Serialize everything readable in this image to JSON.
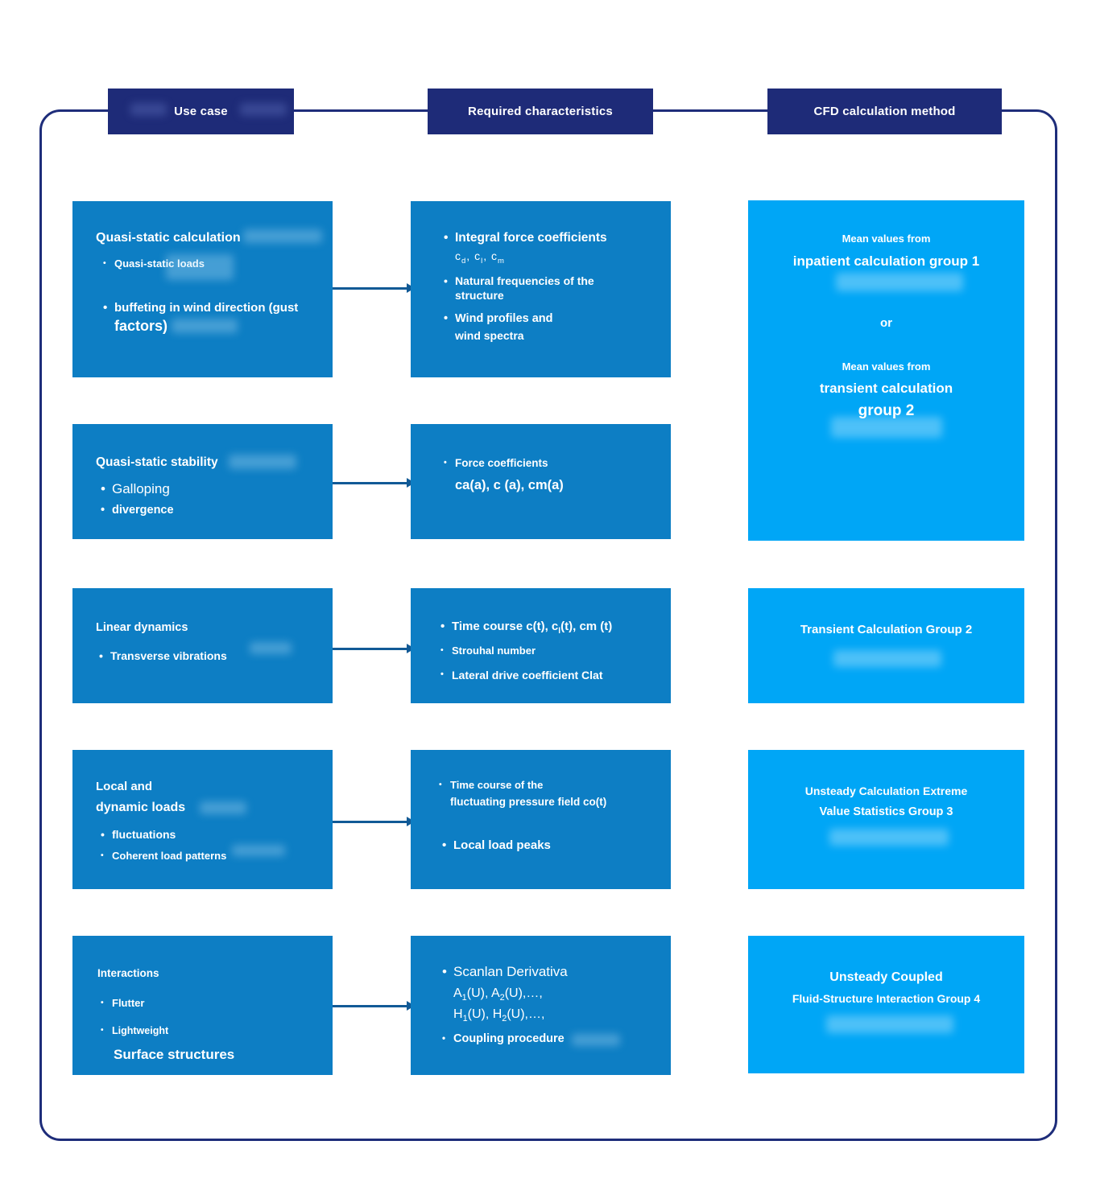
{
  "headers": {
    "use_case": "Use case",
    "required": "Required characteristics",
    "method": "CFD calculation method"
  },
  "cells": {
    "r1c1": {
      "title": "Quasi-static calculation",
      "b1": "Quasi-static loads",
      "b2": "buffeting in wind direction (gust",
      "b2b": "factors)"
    },
    "r1c2": {
      "b1": "Integral force coefficients",
      "f1": "c~d~, c~l~, c~m~",
      "b2": "Natural frequencies of the",
      "b2b": "structure",
      "b3": "Wind profiles and",
      "b3b": "wind spectra"
    },
    "r1c3": {
      "l1": "Mean values from",
      "l2": "inpatient calculation group 1",
      "or": "or",
      "l3": "Mean values from",
      "l4": "transient calculation",
      "l5": "group 2"
    },
    "r2c1": {
      "title": "Quasi-static stability",
      "b1": "Galloping",
      "b2": "divergence"
    },
    "r2c2": {
      "b1": "Force coefficients",
      "f1": "ca(a), c (a), cm(a)"
    },
    "r3c1": {
      "title": "Linear dynamics",
      "b1": "Transverse vibrations"
    },
    "r3c2": {
      "b1": "Time course c(t), c~l~(t), cm (t)",
      "b2": "Strouhal number",
      "b3": "Lateral drive coefficient Clat"
    },
    "r3c3": {
      "l1": "Transient Calculation Group 2"
    },
    "r4c1": {
      "title": "Local and",
      "title2": "dynamic loads",
      "b1": "fluctuations",
      "b2": "Coherent load patterns"
    },
    "r4c2": {
      "b1": "Time course of the",
      "b1b": "fluctuating pressure field co(t)",
      "b2": "Local load peaks"
    },
    "r4c3": {
      "l1": "Unsteady Calculation Extreme",
      "l2": "Value Statistics Group 3"
    },
    "r5c1": {
      "title": "Interactions",
      "b1": "Flutter",
      "b2": "Lightweight",
      "b2b": "Surface structures"
    },
    "r5c2": {
      "b1": "Scanlan Derivativa",
      "f1": "A~1~(U), A~2~(U),…,",
      "f2": "H~1~(U), H~2~(U),…,",
      "b2": "Coupling procedure"
    },
    "r5c3": {
      "l1": "Unsteady Coupled",
      "l2": "Fluid-Structure Interaction Group 4"
    }
  },
  "colors": {
    "header_bg": "#1e2b78",
    "box_blue": "#0d7ec4",
    "box_bright_blue": "#00a6f6",
    "arrow": "#115a96",
    "frame_border": "#1e2d7a",
    "text": "#ffffff"
  }
}
